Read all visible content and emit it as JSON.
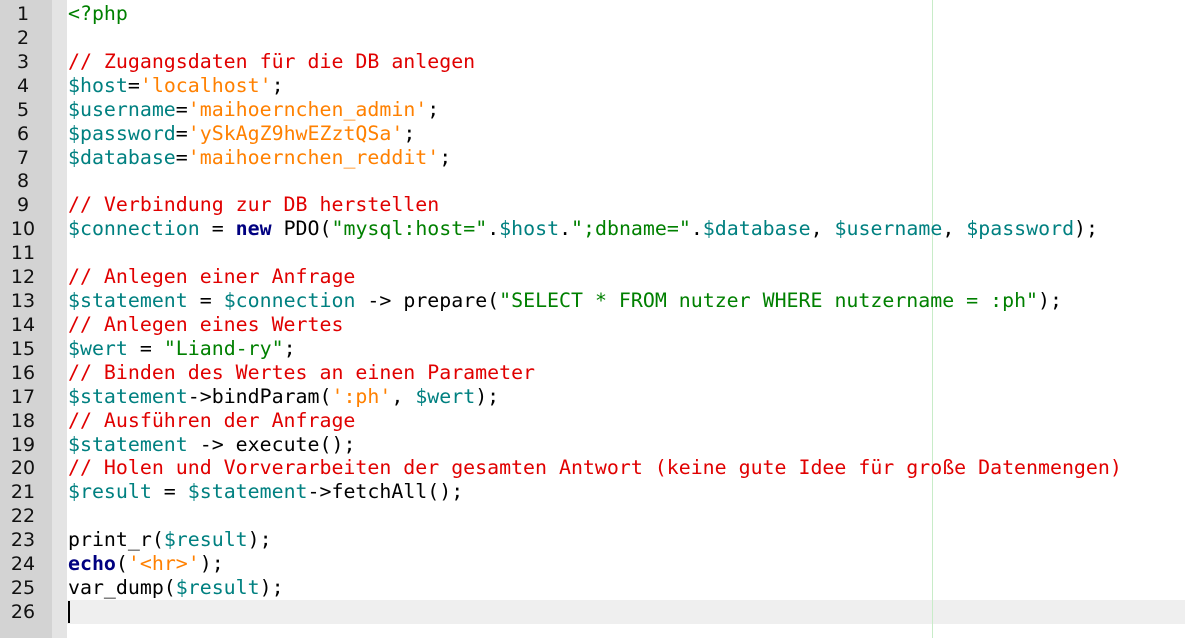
{
  "editor": {
    "current_line": 26,
    "colors": {
      "comment": "#e00000",
      "variable": "#008080",
      "single_string": "#ff8000",
      "double_string": "#008000",
      "keyword": "#000080"
    },
    "lines": [
      [
        [
          "tag",
          "<?php"
        ]
      ],
      [],
      [
        [
          "com",
          "// Zugangsdaten für die DB anlegen"
        ]
      ],
      [
        [
          "var",
          "$host"
        ],
        [
          "pl",
          "="
        ],
        [
          "sq",
          "'localhost'"
        ],
        [
          "pl",
          ";"
        ]
      ],
      [
        [
          "var",
          "$username"
        ],
        [
          "pl",
          "="
        ],
        [
          "sq",
          "'maihoernchen_admin'"
        ],
        [
          "pl",
          ";"
        ]
      ],
      [
        [
          "var",
          "$password"
        ],
        [
          "pl",
          "="
        ],
        [
          "sq",
          "'ySkAgZ9hwEZztQSa'"
        ],
        [
          "pl",
          ";"
        ]
      ],
      [
        [
          "var",
          "$database"
        ],
        [
          "pl",
          "="
        ],
        [
          "sq",
          "'maihoernchen_reddit'"
        ],
        [
          "pl",
          ";"
        ]
      ],
      [],
      [
        [
          "com",
          "// Verbindung zur DB herstellen"
        ]
      ],
      [
        [
          "var",
          "$connection"
        ],
        [
          "pl",
          " = "
        ],
        [
          "kw",
          "new"
        ],
        [
          "pl",
          " PDO("
        ],
        [
          "dq",
          "\"mysql:host=\""
        ],
        [
          "pl",
          "."
        ],
        [
          "var",
          "$host"
        ],
        [
          "pl",
          "."
        ],
        [
          "dq",
          "\";dbname=\""
        ],
        [
          "pl",
          "."
        ],
        [
          "var",
          "$database"
        ],
        [
          "pl",
          ", "
        ],
        [
          "var",
          "$username"
        ],
        [
          "pl",
          ", "
        ],
        [
          "var",
          "$password"
        ],
        [
          "pl",
          ");"
        ]
      ],
      [],
      [
        [
          "com",
          "// Anlegen einer Anfrage"
        ]
      ],
      [
        [
          "var",
          "$statement"
        ],
        [
          "pl",
          " = "
        ],
        [
          "var",
          "$connection"
        ],
        [
          "pl",
          " -> prepare("
        ],
        [
          "dq",
          "\"SELECT * FROM nutzer WHERE nutzername = :ph\""
        ],
        [
          "pl",
          ");"
        ]
      ],
      [
        [
          "com",
          "// Anlegen eines Wertes"
        ]
      ],
      [
        [
          "var",
          "$wert"
        ],
        [
          "pl",
          " = "
        ],
        [
          "dq",
          "\"Liand-ry\""
        ],
        [
          "pl",
          ";"
        ]
      ],
      [
        [
          "com",
          "// Binden des Wertes an einen Parameter"
        ]
      ],
      [
        [
          "var",
          "$statement"
        ],
        [
          "pl",
          "->bindParam("
        ],
        [
          "sq",
          "':ph'"
        ],
        [
          "pl",
          ", "
        ],
        [
          "var",
          "$wert"
        ],
        [
          "pl",
          ");"
        ]
      ],
      [
        [
          "com",
          "// Ausführen der Anfrage"
        ]
      ],
      [
        [
          "var",
          "$statement"
        ],
        [
          "pl",
          " -> execute();"
        ]
      ],
      [
        [
          "com",
          "// Holen und Vorverarbeiten der gesamten Antwort (keine gute Idee für große Datenmengen)"
        ]
      ],
      [
        [
          "var",
          "$result"
        ],
        [
          "pl",
          " = "
        ],
        [
          "var",
          "$statement"
        ],
        [
          "pl",
          "->fetchAll();"
        ]
      ],
      [],
      [
        [
          "pl",
          "print_r("
        ],
        [
          "var",
          "$result"
        ],
        [
          "pl",
          ");"
        ]
      ],
      [
        [
          "kw",
          "echo"
        ],
        [
          "pl",
          "("
        ],
        [
          "sq",
          "'<hr>'"
        ],
        [
          "pl",
          ");"
        ]
      ],
      [
        [
          "pl",
          "var_dump("
        ],
        [
          "var",
          "$result"
        ],
        [
          "pl",
          ");"
        ]
      ],
      []
    ]
  }
}
